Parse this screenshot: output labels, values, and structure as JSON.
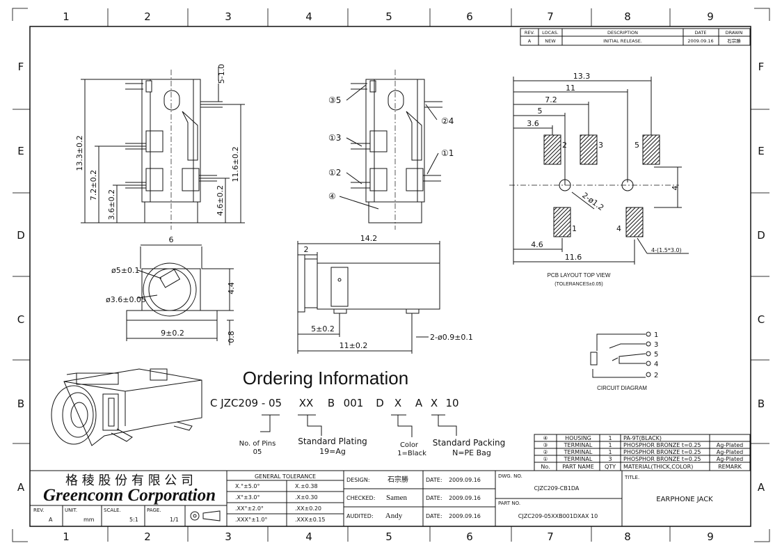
{
  "grid": {
    "columns": [
      "1",
      "2",
      "3",
      "4",
      "5",
      "6",
      "7",
      "8",
      "9"
    ],
    "rows": [
      "F",
      "E",
      "D",
      "C",
      "B",
      "A"
    ]
  },
  "revision_table": {
    "headers": [
      "REV.",
      "LOCAS.",
      "DESCRIPTION",
      "DATE",
      "DRAWN"
    ],
    "row": [
      "A",
      "NEW",
      "INITIAL RELEASE.",
      "2009.09.16",
      "石宗勝"
    ]
  },
  "views": {
    "side_dims": [
      "13.3±0.2",
      "7.2±0.2",
      "3.6±0.2",
      "5-1.0",
      "11.6±0.2",
      "4.6±0.2"
    ],
    "mid_labels": [
      "③5",
      "②4",
      "①3",
      "①1",
      "①2",
      "④"
    ],
    "front_dims": [
      "6",
      "ø5±0.1",
      "ø3.6±0.05",
      "4.4",
      "9±0.2",
      "0.8"
    ],
    "bottom_dims": [
      "14.2",
      "2",
      "5±0.2",
      "11±0.2",
      "2-ø0.9±0.1"
    ],
    "pcb_dims": [
      "13.3",
      "11",
      "7.2",
      "5",
      "3.6",
      "4",
      "4.6",
      "11.6",
      "2-ø1.2",
      "4-(1.5*3.0)"
    ],
    "pcb_pad_labels": [
      "2",
      "3",
      "5",
      "1",
      "4"
    ],
    "pcb_caption": "PCB LAYOUT TOP VIEW",
    "pcb_tolerance": "(TOLERANCES±0.05)",
    "circuit_pins": [
      "1",
      "3",
      "5",
      "4",
      "2"
    ],
    "circuit_caption": "CIRCUIT DIAGRAM"
  },
  "ordering": {
    "title": "Ordering Information",
    "code": [
      "C JZC209 - 05",
      "XX",
      "B",
      "001",
      "D",
      "X",
      "A",
      "X",
      "10"
    ],
    "legend": [
      {
        "label": "No. of Pins",
        "value": "05"
      },
      {
        "label": "Standard Plating",
        "value": "19=Ag"
      },
      {
        "label": "Color",
        "value": "1=Black"
      },
      {
        "label": "Standard Packing",
        "value": "N=PE Bag"
      }
    ]
  },
  "bom": {
    "rows": [
      [
        "④",
        "HOUSING",
        "1",
        "PA-9T(BLACK)",
        ""
      ],
      [
        "③",
        "TERMINAL",
        "1",
        "PHOSPHOR BRONZE t=0.25",
        "Ag-Plated"
      ],
      [
        "②",
        "TERMINAL",
        "1",
        "PHOSPHOR BRONZE t=0.25",
        "Ag-Plated"
      ],
      [
        "①",
        "TERMINAL",
        "3",
        "PHOSPHOR BRONZE t=0.25",
        "Ag-Plated"
      ]
    ],
    "headers": [
      "No.",
      "PART NAME",
      "QTY",
      "MATERIAL(THICK,COLOR)",
      "REMARK"
    ]
  },
  "title_block": {
    "company_cn": "格 稜 股 份 有 限 公 司",
    "company_en": "Greenconn Corporation",
    "general_tolerance": "GENERAL TOLERANCE",
    "tolerances": [
      [
        "X.°±5.0°",
        "X.±0.38"
      ],
      [
        ".X°±3.0°",
        ".X±0.30"
      ],
      [
        ".XX°±2.0°",
        ".XX±0.20"
      ],
      [
        ".XXX°±1.0°",
        ".XXX±0.15"
      ]
    ],
    "rev_label": "REV.",
    "rev": "A",
    "unit_label": "UNIT.",
    "unit": "mm",
    "scale_label": "SCALE.",
    "scale": "5:1",
    "page_label": "PAGE.",
    "page": "1/1",
    "design_label": "DESIGN:",
    "design": "石宗勝",
    "checked_label": "CHECKED:",
    "checked": "Samen",
    "audited_label": "AUDITED:",
    "audited": "Andy",
    "date_label": "DATE:",
    "date": "2009.09.16",
    "dwg_label": "DWG. NO.",
    "dwg_no": "CJZC209-CB1DA",
    "part_label": "PART NO.",
    "part_no": "CJZC209-05XXB001DXAX 10",
    "title_label": "TITLE.",
    "title": "EARPHONE JACK"
  }
}
